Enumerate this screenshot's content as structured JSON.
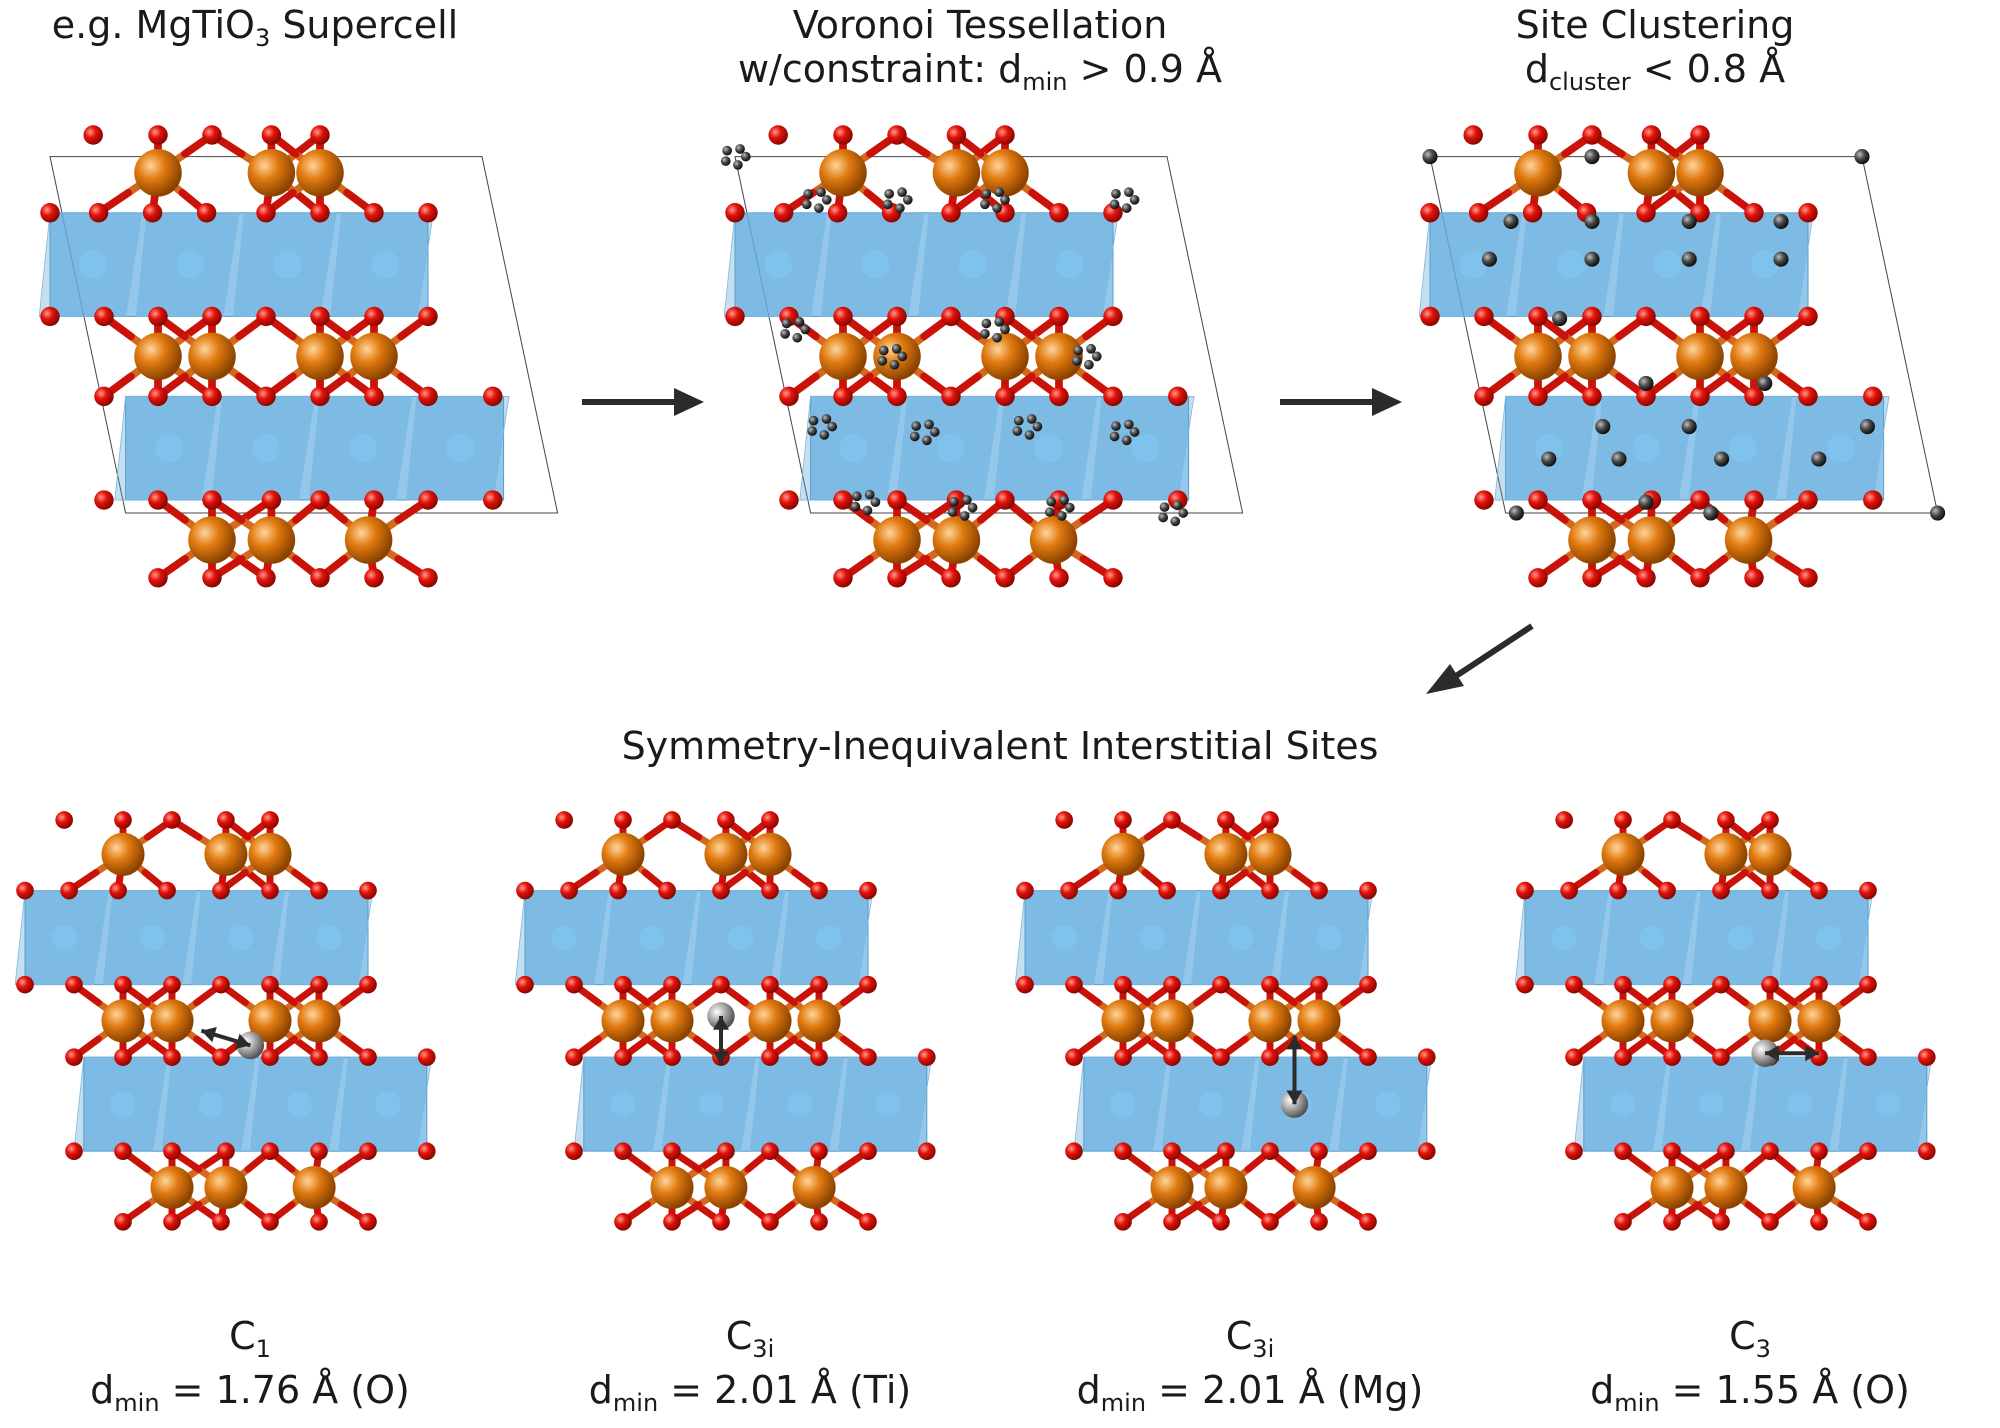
{
  "top": {
    "panel1": {
      "title_pre": "e.g. MgTiO",
      "title_sub": "3",
      "title_post": " Supercell"
    },
    "panel2": {
      "title_line1": "Voronoi Tessellation",
      "title_line2_pre": "w/constraint: d",
      "title_line2_sub": "min",
      "title_line2_post": " > 0.9 Å"
    },
    "panel3": {
      "title_line1": "Site Clustering",
      "title_line2_pre": "d",
      "title_line2_sub": "cluster",
      "title_line2_post": " < 0.8 Å"
    }
  },
  "bottom": {
    "heading": "Symmetry-Inequivalent Interstitial Sites",
    "sites": [
      {
        "sym": "C",
        "sym_sub": "1",
        "d_pre": "d",
        "d_sub": "min",
        "d_post": " = 1.76 Å (O)"
      },
      {
        "sym": "C",
        "sym_sub": "3i",
        "d_pre": "d",
        "d_sub": "min",
        "d_post": " = 2.01 Å (Ti)"
      },
      {
        "sym": "C",
        "sym_sub": "3i",
        "d_pre": "d",
        "d_sub": "min",
        "d_post": " = 2.01 Å (Mg)"
      },
      {
        "sym": "C",
        "sym_sub": "3",
        "d_pre": "d",
        "d_sub": "min",
        "d_post": " = 1.55 Å (O)"
      }
    ]
  },
  "colors": {
    "oxygen": "#e3120b",
    "cation": "#e07a10",
    "octahedron": "#6fb6e6",
    "interstitial": "#4a4a4a",
    "arrow": "#2b2b2b"
  }
}
